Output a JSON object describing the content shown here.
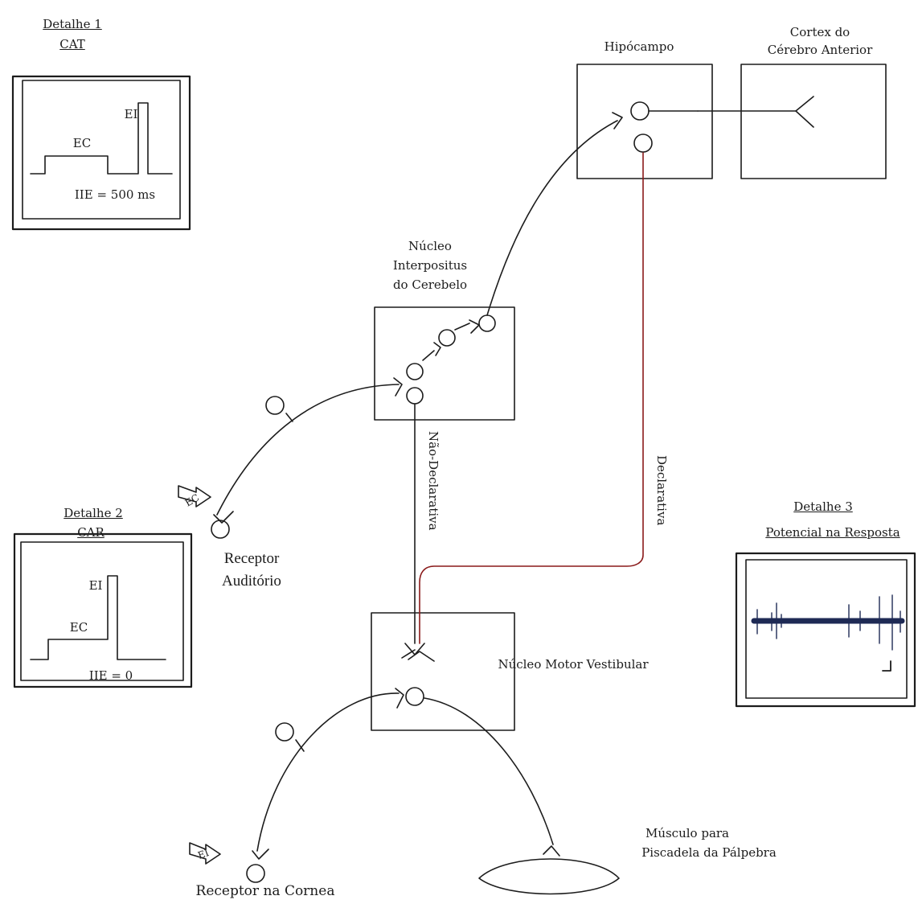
{
  "detail1": {
    "title": "Detalhe 1",
    "subtitle": "CAT",
    "ei": "EI",
    "ec": "EC",
    "ie": "IIE = 500 ms"
  },
  "detail2": {
    "title": "Detalhe 2",
    "subtitle": "CAR",
    "ei": "EI",
    "ec": "EC",
    "ie": "IIE = 0"
  },
  "detail3": {
    "title": "Detalhe 3",
    "subtitle": "Potencial na Resposta"
  },
  "hippocampus": {
    "label": "Hipócampo"
  },
  "cortex": {
    "line1": "Cortex do",
    "line2": "Cérebro Anterior"
  },
  "interpositus": {
    "line1": "Núcleo",
    "line2": "Interpositus",
    "line3": "do Cerebelo"
  },
  "pathways": {
    "nondeclarative": "Não-Declarativa",
    "declarative": "Declarativa"
  },
  "auditory_receptor": {
    "line1": "Receptor",
    "line2": "Auditório",
    "arrow": "EC"
  },
  "corneal_receptor": {
    "label": "Receptor na Cornea",
    "arrow": "EI"
  },
  "vestibular": {
    "label": "Núcleo Motor Vestibular"
  },
  "muscle": {
    "line1": "Músculo para",
    "line2": "Piscadela da Pálpebra"
  },
  "colors": {
    "ink": "#1c1c1c",
    "declarative_line": "#8a1a1a",
    "trace": "#1e2a55"
  }
}
